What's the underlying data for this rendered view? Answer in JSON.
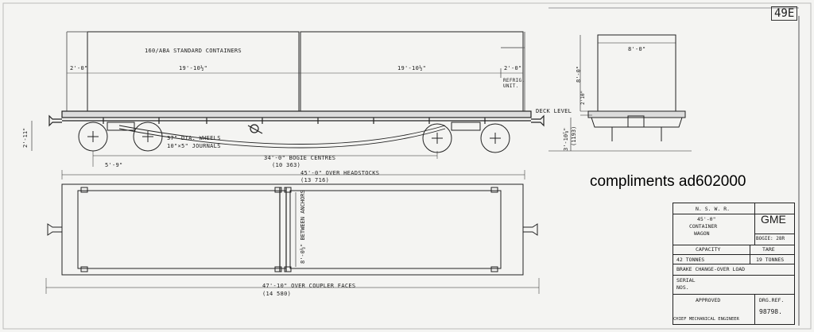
{
  "sheet_number": "49E",
  "compliments": "compliments ad602000",
  "side_view": {
    "containers_label": "160/ABA STANDARD CONTAINERS",
    "dim_left_end": "2'-0\"",
    "dim_container_1": "19'-10½\"",
    "dim_container_2": "19'-10½\"",
    "dim_right_end": "2'-0\"",
    "refrig_unit": "REFRIG. UNIT.",
    "wheels_note_1": "37\" DIA. WHEELS",
    "wheels_note_2": "10\"×5\" JOURNALS",
    "dim_height": "2'-11\"",
    "dim_wheel_offset": "5'-9\"",
    "bogie_centres": "34'-0\" BOGIE CENTRES",
    "bogie_centres_metric": "(10 363)",
    "over_headstocks": "45'-0\" OVER HEADSTOCKS",
    "over_headstocks_metric": "(13 716)"
  },
  "end_view": {
    "width": "8'-0\"",
    "height": "8'-0\"",
    "deck_level": "DECK LEVEL",
    "deck_dim": "2'10\"",
    "rail_to_deck": "3'-10⅞\"",
    "rail_to_deck_metric": "(1193)"
  },
  "plan_view": {
    "between_anchors": "8'-0½\" BETWEEN ANCHORS",
    "over_coupler_faces": "47'-10\" OVER COUPLER FACES",
    "over_coupler_faces_metric": "(14 580)"
  },
  "title_block": {
    "railway": "N. S. W. R.",
    "title_line1": "45'-0\"",
    "title_line2": "CONTAINER",
    "title_line3": "WAGON",
    "code": "GME",
    "bogie": "BOGIE: 28R",
    "capacity_label": "CAPACITY",
    "tare_label": "TARE",
    "capacity_value": "42  TONNES",
    "tare_value": "19 TONNES",
    "brake": "BRAKE  CHANGE-OVER  LOAD",
    "serial_label": "SERIAL",
    "nos_label": "NOS.",
    "approved_label": "APPROVED",
    "drg_ref_label": "DRG.REF.",
    "drg_ref_value": "98798.",
    "engineer": "CHIEF MECHANICAL ENGINEER"
  }
}
